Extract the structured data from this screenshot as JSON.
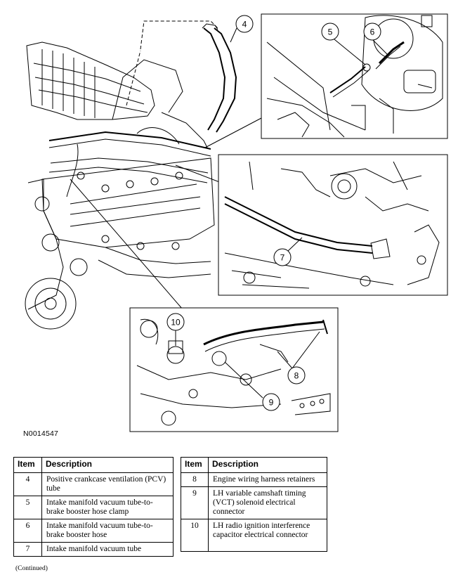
{
  "figure_id": "N0014547",
  "callouts": [
    "4",
    "5",
    "6",
    "7",
    "8",
    "9",
    "10"
  ],
  "table_headers": {
    "item": "Item",
    "description": "Description"
  },
  "legend_left": [
    {
      "item": "4",
      "description": "Positive crankcase ventilation (PCV) tube"
    },
    {
      "item": "5",
      "description": "Intake manifold vacuum tube-to-brake booster hose clamp"
    },
    {
      "item": "6",
      "description": "Intake manifold vacuum tube-to-brake booster hose"
    },
    {
      "item": "7",
      "description": "Intake manifold vacuum tube"
    }
  ],
  "legend_right": [
    {
      "item": "8",
      "description": "Engine wiring harness retainers"
    },
    {
      "item": "9",
      "description": "LH variable camshaft timing (VCT) solenoid electrical connector"
    },
    {
      "item": "10",
      "description": "LH radio ignition interference capacitor electrical connector"
    }
  ],
  "continued_note": "(Continued)"
}
